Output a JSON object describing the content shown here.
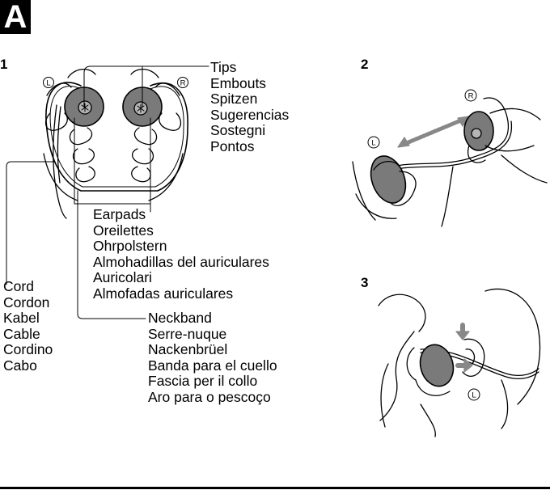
{
  "section_label": "A",
  "steps": [
    "1",
    "2",
    "3"
  ],
  "callouts": {
    "tips": [
      "Tips",
      "Embouts",
      "Spitzen",
      "Sugerencias",
      "Sostegni",
      "Pontos"
    ],
    "earpads": [
      "Earpads",
      "Oreilettes",
      "Ohrpolstern",
      "Almohadillas del auriculares",
      "Auricolari",
      "Almofadas auriculares"
    ],
    "cord": [
      "Cord",
      "Cordon",
      "Kabel",
      "Cable",
      "Cordino",
      "Cabo"
    ],
    "neckband": [
      "Neckband",
      "Serre-nuque",
      "Nackenbrüel",
      "Banda para el cuello",
      "Fascia per il collo",
      "Aro para o pescoço"
    ]
  },
  "side_marks": {
    "left": "L",
    "right": "R"
  }
}
